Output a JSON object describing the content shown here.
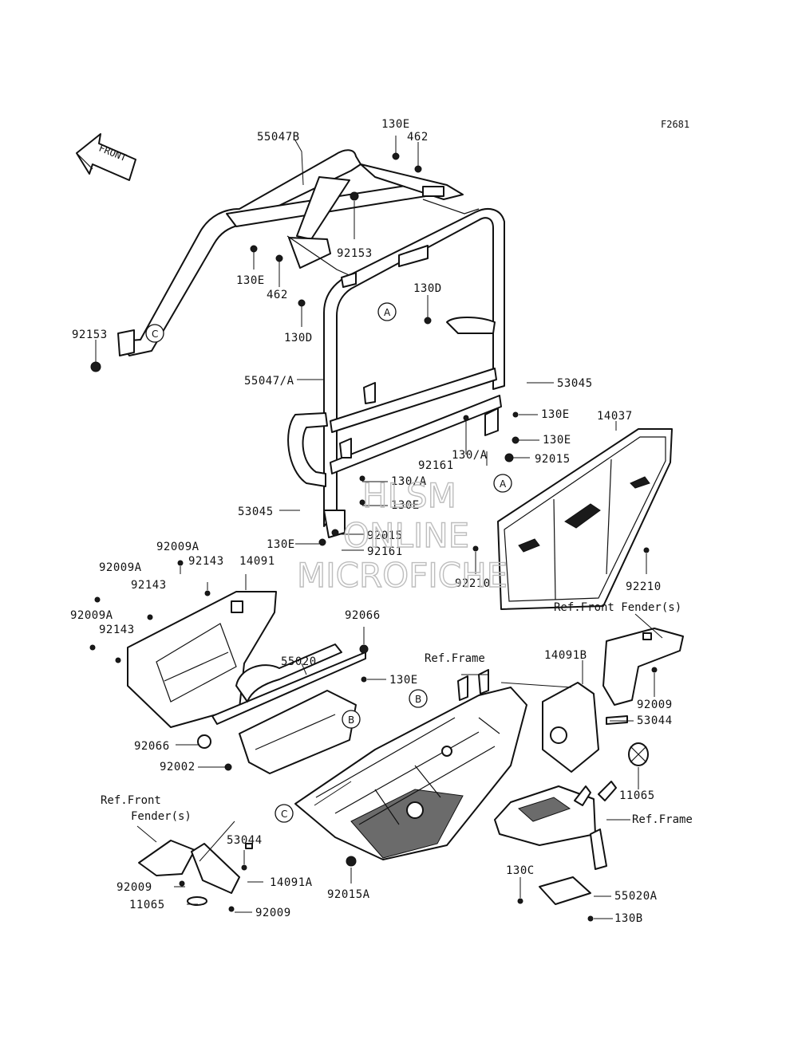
{
  "figure_code": "F2681",
  "front_arrow_label": "FRONT",
  "watermark": {
    "line1": "HLSM",
    "line2": "ONLINE",
    "line3": "MICROFICHE"
  },
  "callouts": [
    "A",
    "B",
    "C"
  ],
  "part_labels": [
    "55047B",
    "130E",
    "462",
    "92153",
    "130E",
    "462",
    "130D",
    "130D",
    "92153",
    "55047/A",
    "53045",
    "130E",
    "130E",
    "130/A",
    "92015",
    "92161",
    "14037",
    "130/A",
    "130E",
    "53045",
    "92015",
    "130E",
    "92161",
    "92210",
    "92210",
    "92009A",
    "92143",
    "14091",
    "92009A",
    "92143",
    "92009A",
    "92143",
    "92066",
    "55020",
    "130E",
    "14091B",
    "92009",
    "53044",
    "11065",
    "92066",
    "92002",
    "53044",
    "92009",
    "14091A",
    "11065",
    "92009",
    "92015A",
    "130C",
    "55020A",
    "130B"
  ],
  "references": {
    "front_fender_right": "Ref.Front Fender(s)",
    "frame_center": "Ref.Frame",
    "front_fender_left_line1": "Ref.Front",
    "front_fender_left_line2": "Fender(s)",
    "frame_right": "Ref.Frame"
  }
}
